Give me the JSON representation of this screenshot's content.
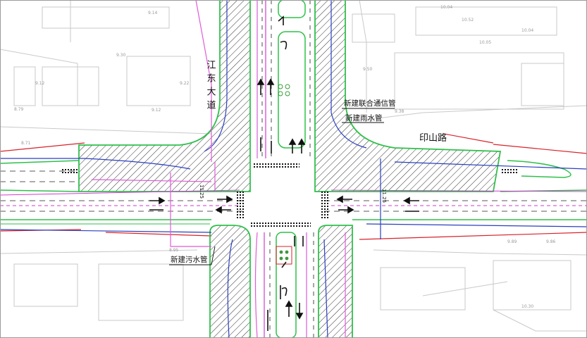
{
  "title": "",
  "labels": {
    "road_ns": "江东大道",
    "road_ew": "印山路",
    "note_comm": "新建联合通信管",
    "note_rain": "新建雨水管",
    "note_sewage": "新建污水管"
  },
  "chainage": {
    "west": "11.25",
    "east": "11.25"
  },
  "elevations": [
    "9.14",
    "9.30",
    "9.12",
    "9.22",
    "9.12",
    "9.50",
    "9.38",
    "10.04",
    "10.52",
    "10.04",
    "10.05",
    "8.79",
    "8.95",
    "9.86",
    "9.89",
    "10.30",
    "8.71"
  ],
  "colors": {
    "curb": "#2fc04a",
    "lane": "#d23bd2",
    "water": "#2b3fbf",
    "boundary": "#d8232a",
    "pipe": "#e05ad8",
    "hatch": "#222222",
    "bg_line": "#c9c9c9"
  },
  "icons": [
    "arrow-straight-icon",
    "arrow-left-icon",
    "arrow-right-icon",
    "arrow-uturn-icon",
    "crosswalk-icon",
    "hatch-pattern-icon"
  ]
}
